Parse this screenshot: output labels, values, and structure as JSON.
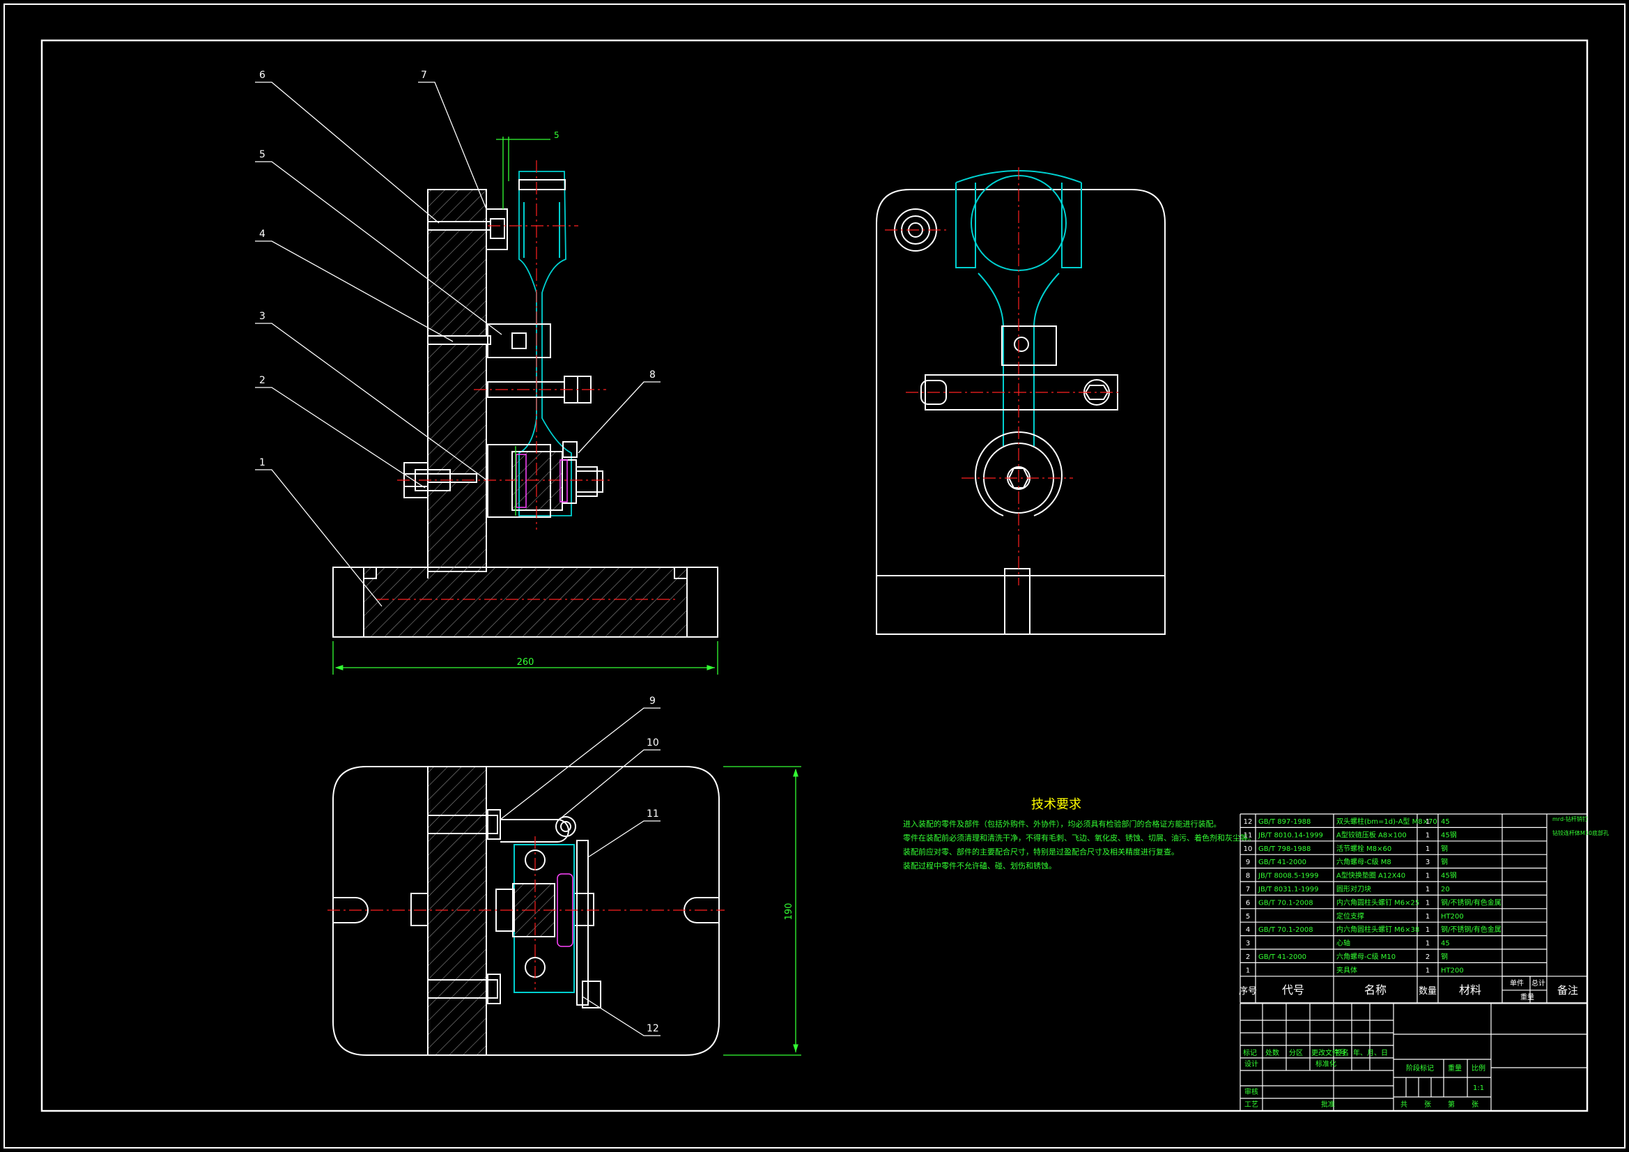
{
  "colors": {
    "background": "#000000",
    "outline": "#ffffff",
    "centerline": "#ff2020",
    "hatch": "#8a8a8a",
    "dimension": "#33ff33",
    "hidden": "#00d0d0",
    "accent": "#ff44ff",
    "tech_title": "#ffff33"
  },
  "balloons": [
    "1",
    "2",
    "3",
    "4",
    "5",
    "6",
    "7",
    "8",
    "9",
    "10",
    "11",
    "12"
  ],
  "dimensions": {
    "base_width": "260",
    "plate_height": "190",
    "offset": "5"
  },
  "tech_requirements": {
    "title": "技术要求",
    "lines": [
      "进入装配的零件及部件（包括外购件、外协件），均必须具有检验部门的合格证方能进行装配。",
      "零件在装配前必须清理和清洗干净，不得有毛刺、飞边、氧化皮、锈蚀、切屑、油污、着色剂和灰尘等。",
      "装配前应对零、部件的主要配合尺寸，特别是过盈配合尺寸及相关精度进行复查。",
      "装配过程中零件不允许磕、碰、划伤和锈蚀。"
    ]
  },
  "bom": {
    "headers": {
      "no": "序号",
      "code": "代号",
      "name": "名称",
      "qty": "数量",
      "material": "材料",
      "unit": "单件",
      "total": "总计",
      "weight": "重量",
      "remark": "备注"
    },
    "rows": [
      {
        "no": "12",
        "code": "GB/T 897-1988",
        "name": "双头螺柱(bm=1d)-A型 M8×70",
        "qty": "1",
        "material": "45"
      },
      {
        "no": "11",
        "code": "JB/T 8010.14-1999",
        "name": "A型铰链压板 A8×100",
        "qty": "1",
        "material": "45钢"
      },
      {
        "no": "10",
        "code": "GB/T 798-1988",
        "name": "活节螺栓 M8×60",
        "qty": "1",
        "material": "钢"
      },
      {
        "no": "9",
        "code": "GB/T 41-2000",
        "name": "六角螺母-C级 M8",
        "qty": "3",
        "material": "钢"
      },
      {
        "no": "8",
        "code": "JB/T 8008.5-1999",
        "name": "A型快换垫圈 A12X40",
        "qty": "1",
        "material": "45钢"
      },
      {
        "no": "7",
        "code": "JB/T 8031.1-1999",
        "name": "圆形对刀块",
        "qty": "1",
        "material": "20"
      },
      {
        "no": "6",
        "code": "GB/T 70.1-2008",
        "name": "内六角圆柱头螺钉 M6×25",
        "qty": "1",
        "material": "钢/不锈钢/有色金属"
      },
      {
        "no": "5",
        "code": "",
        "name": "定位支撑",
        "qty": "1",
        "material": "HT200"
      },
      {
        "no": "4",
        "code": "GB/T 70.1-2008",
        "name": "内六角圆柱头螺钉 M6×38",
        "qty": "1",
        "material": "钢/不锈钢/有色金属"
      },
      {
        "no": "3",
        "code": "",
        "name": "心轴",
        "qty": "1",
        "material": "45"
      },
      {
        "no": "2",
        "code": "GB/T 41-2000",
        "name": "六角螺母-C级 M10",
        "qty": "2",
        "material": "钢"
      },
      {
        "no": "1",
        "code": "",
        "name": "夹具体",
        "qty": "1",
        "material": "HT200"
      }
    ],
    "side_note": [
      "mrd-钻杆销钉",
      "钻铰连杆体M10底部孔"
    ]
  },
  "title_block": {
    "revision": [
      "标记",
      "处数",
      "分区",
      "更改文件号",
      "签名",
      "年、月、日"
    ],
    "design": "设计",
    "standardize": "标准化",
    "review": "审核",
    "process": "工艺",
    "approve": "批准",
    "stage_mark": "阶段标记",
    "weight": "重量",
    "scale": "比例",
    "scale_value": "1:1",
    "sheets": [
      "共",
      "张",
      "第",
      "张"
    ]
  }
}
